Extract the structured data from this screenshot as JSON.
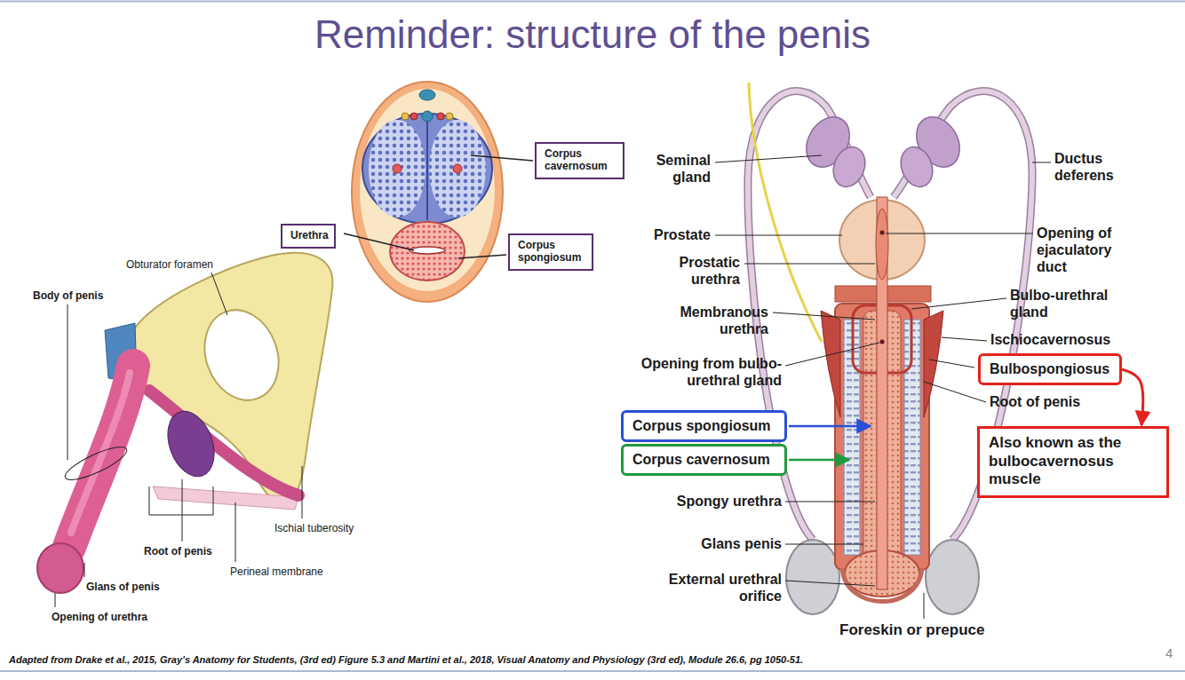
{
  "diagram": {
    "title": "Reminder: structure of the penis",
    "caption": "Adapted from Drake et al., 2015, Gray’s Anatomy for Students, (3rd ed) Figure 5.3 and Martini et al., 2018, Visual Anatomy and Physiology (3rd ed), Module 26.6, pg 1050-51.",
    "nodes": [
      {
        "text": [
          "Corpus cavernosum"
        ]
      },
      {
        "text": [
          "Urethra"
        ]
      },
      {
        "text": [
          "Corpus spongiosum"
        ]
      },
      {
        "text": [
          "Bulbospongiosus"
        ]
      },
      {
        "text": [
          "Corpus spongiosum"
        ]
      },
      {
        "text": [
          "Corpus cavernosum"
        ]
      },
      {
        "text": [
          "Also known as the bulbocavernosus muscle"
        ]
      }
    ],
    "edges": [
      {
        "from": 3,
        "to": 6,
        "arrow": "to"
      }
    ],
    "labels": [
      "Obturator foramen",
      "Body of penis",
      "Root of penis",
      "Perineal membrane",
      "Ischial tuberosity",
      "Glans of penis",
      "Opening of urethra",
      "Seminal gland",
      "Ductus deferens",
      "Prostate",
      "Opening of ejaculatory duct",
      "Prostatic urethra",
      "Bulbo-urethral gland",
      "Membranous urethra",
      "Ischiocavernosus",
      "Opening from bulbo-urethral gland",
      "Root of penis",
      "Spongy urethra",
      "Glans penis",
      "External urethral orifice",
      "Foreskin or prepuce",
      "4"
    ]
  }
}
